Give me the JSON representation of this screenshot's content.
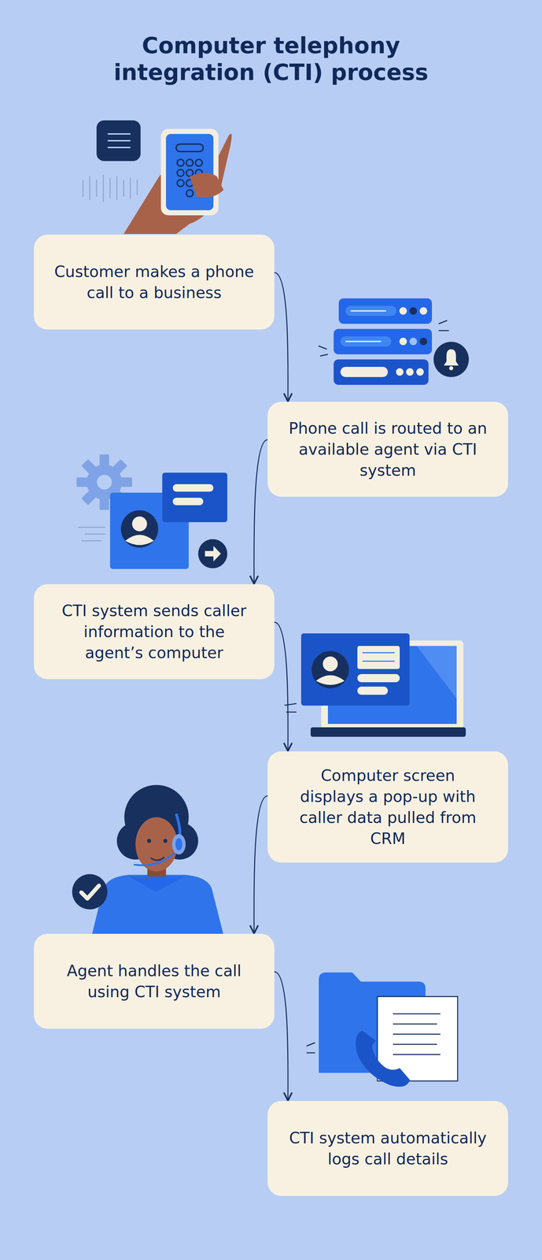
{
  "diagram": {
    "title": "Computer telephony integration (CTI) process",
    "nodes": [
      {
        "text": [
          "Customer makes a phone call to a business"
        ]
      },
      {
        "text": [
          "Phone call is routed to an available agent via CTI system"
        ]
      },
      {
        "text": [
          "CTI system sends caller information to the agent’s computer"
        ]
      },
      {
        "text": [
          "Computer screen displays a pop-up with caller data pulled from CRM"
        ]
      },
      {
        "text": [
          "Agent handles the call using CTI system"
        ]
      },
      {
        "text": [
          "CTI system automatically logs call details"
        ]
      }
    ],
    "edges": [
      {
        "from": 0,
        "to": 1,
        "arrow": "to"
      },
      {
        "from": 1,
        "to": 2,
        "arrow": "to"
      },
      {
        "from": 2,
        "to": 3,
        "arrow": "to"
      },
      {
        "from": 3,
        "to": 4,
        "arrow": "to"
      },
      {
        "from": 4,
        "to": 5,
        "arrow": "to"
      }
    ]
  }
}
